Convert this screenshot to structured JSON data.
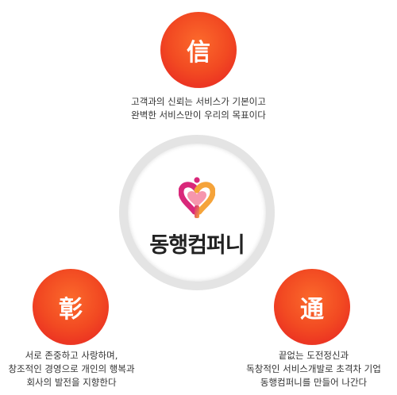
{
  "values": {
    "trust": {
      "char": "信",
      "lines": [
        "고객과의 신뢰는 서비스가 기본이고",
        "완벽한 서비스만이 우리의 목표이다"
      ]
    },
    "shine": {
      "char": "彰",
      "lines": [
        "서로 존중하고 사랑하며,",
        "창조적인 경영으로 개인의 행복과",
        "회사의 발전을 지향한다"
      ]
    },
    "through": {
      "char": "通",
      "lines": [
        "끝없는 도전정신과",
        "독창적인 서비스개발로 초격차 기업",
        "동행컴퍼니를 만들어 나간다"
      ]
    }
  },
  "brand": {
    "name": "동행컴퍼니",
    "colors": {
      "accent": "#ef3f24",
      "magenta": "#d9287a",
      "orange": "#f5a33a"
    },
    "logo_icon": "heart-person-logo-icon"
  }
}
